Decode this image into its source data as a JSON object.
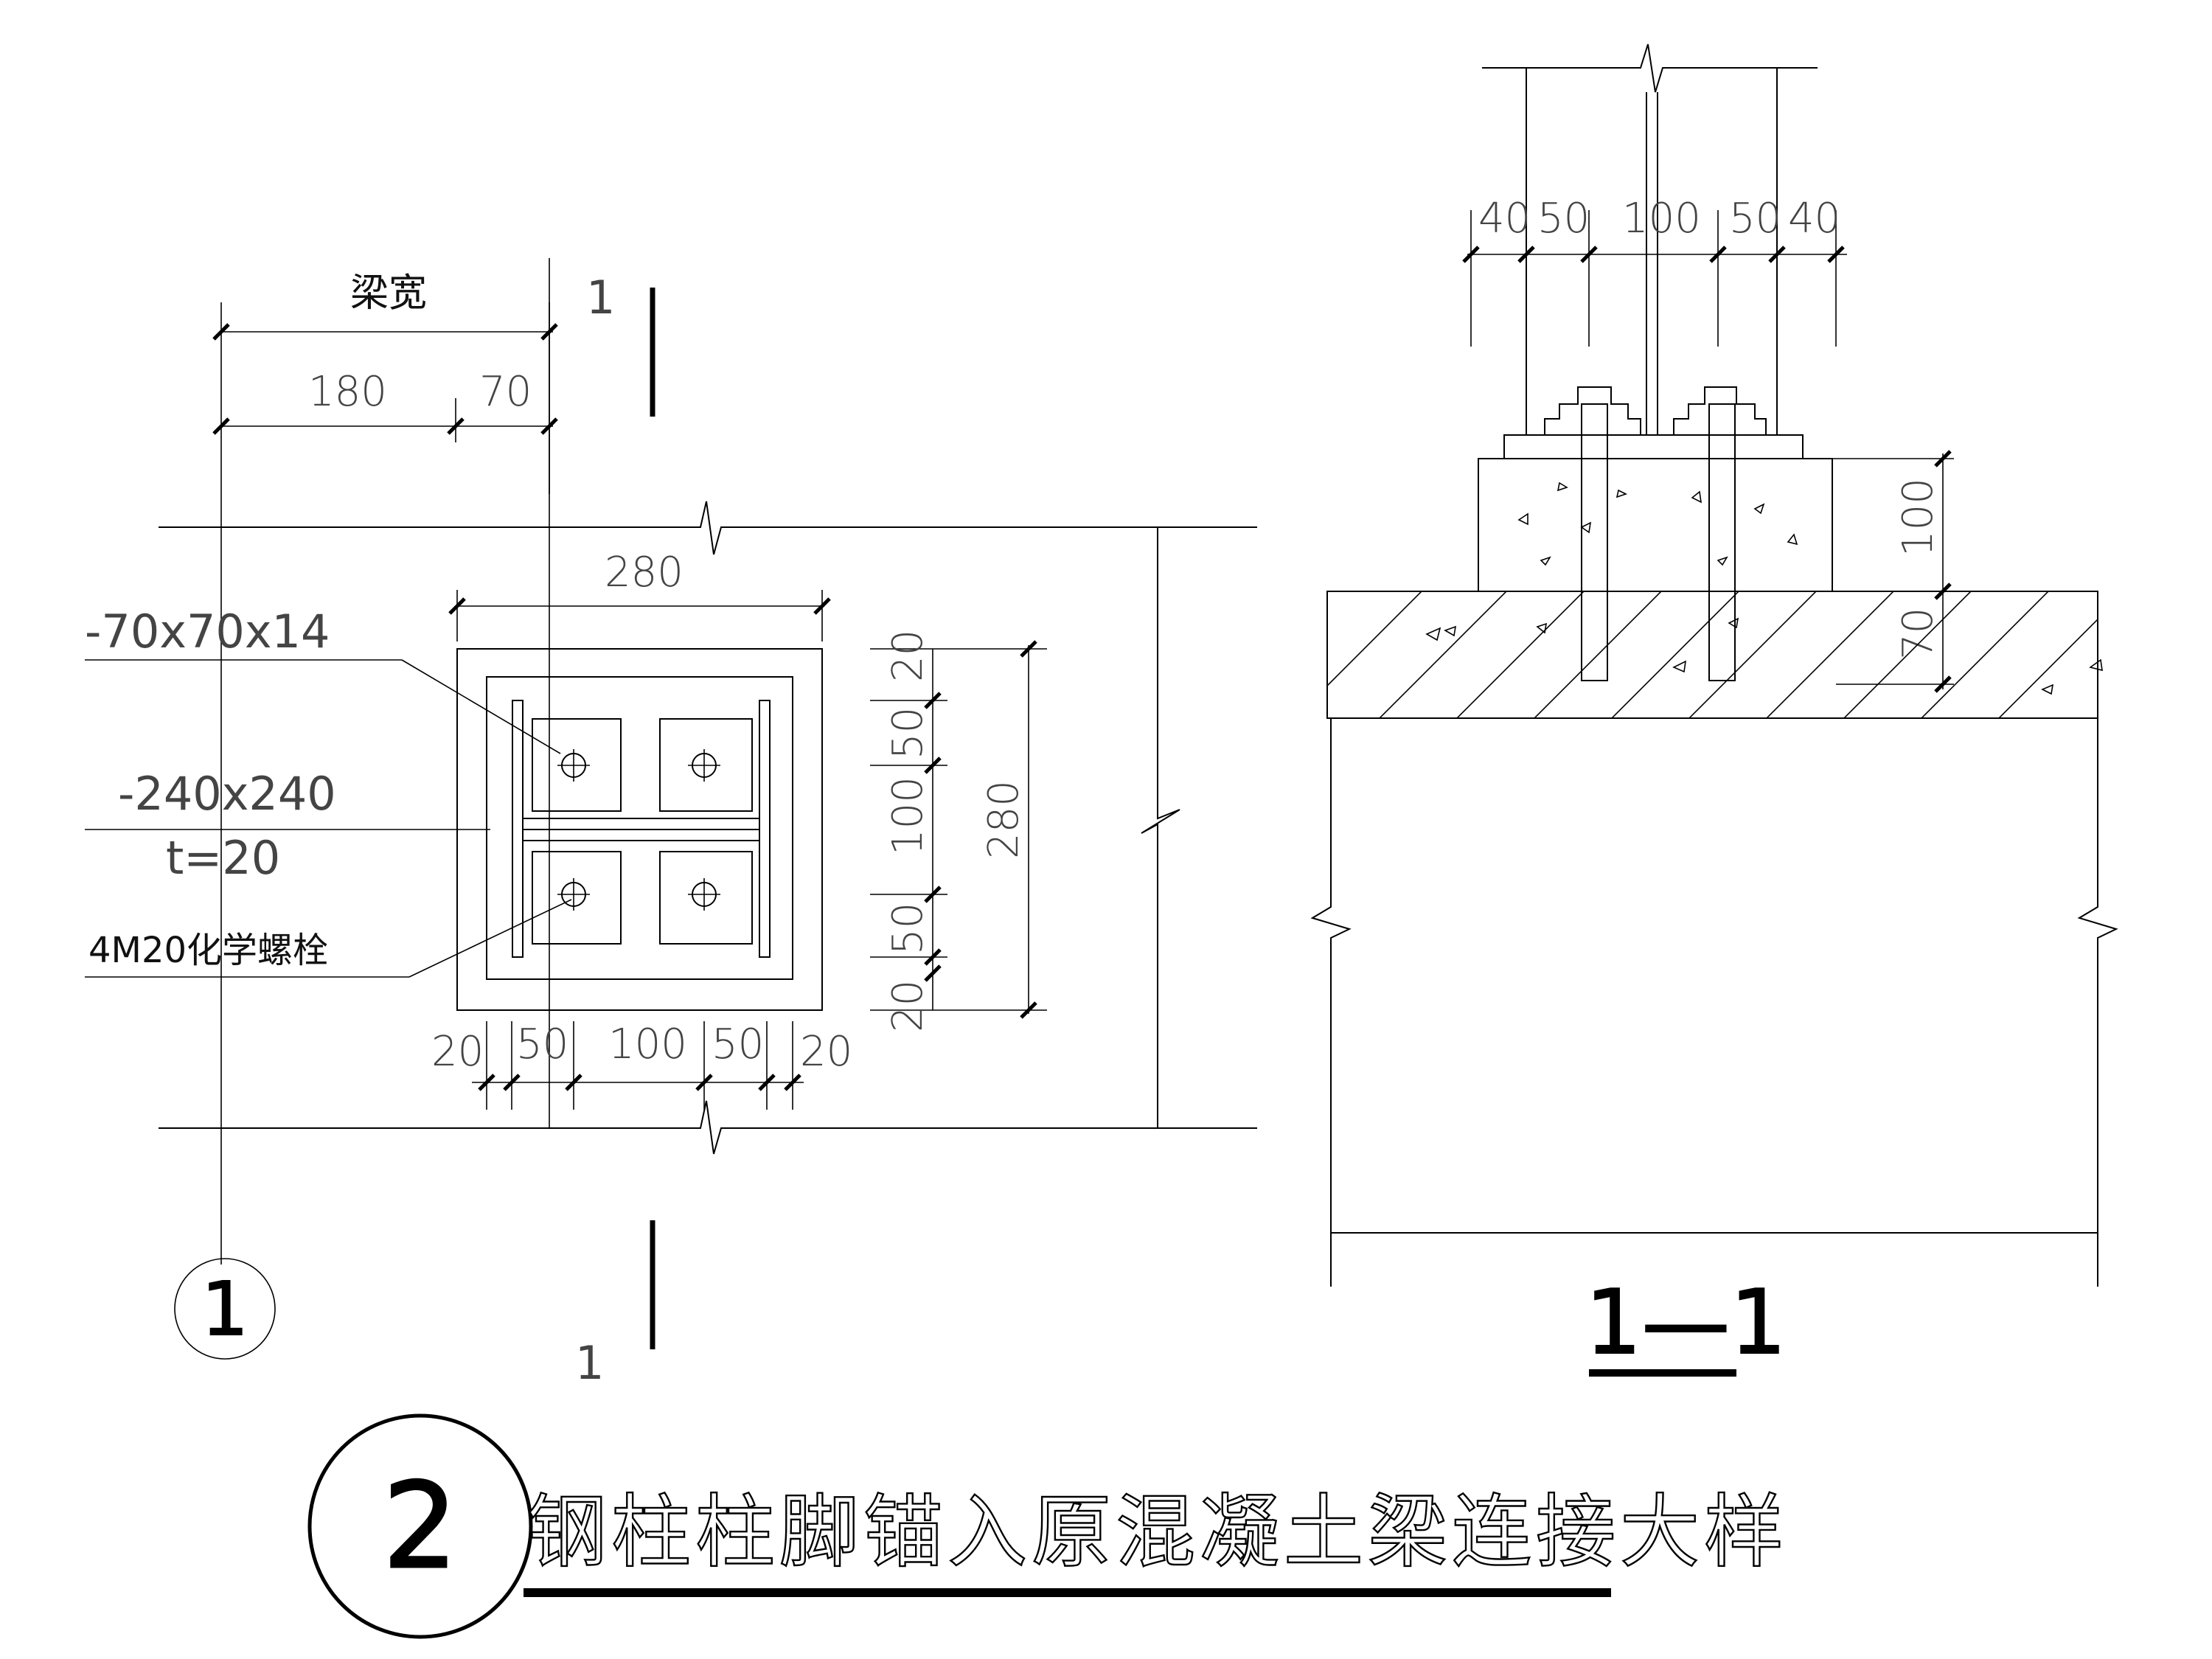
{
  "plan": {
    "beam_width_label": "梁宽",
    "dim_top": [
      "180",
      "70"
    ],
    "dim_plate_width": "280",
    "label_stiffener": "-70x70x14",
    "label_plate": "-240x240",
    "label_plate_t": "t=20",
    "label_bolts": "4M20化学螺栓",
    "dim_bottom": [
      "20",
      "50",
      "100",
      "50",
      "20"
    ],
    "dim_right": [
      "20",
      "50",
      "100",
      "50",
      "20"
    ],
    "dim_right_total": "280",
    "section_mark_top": "1",
    "section_mark_bottom": "1",
    "axis_label": "1"
  },
  "section": {
    "dim_top": [
      "40",
      "50",
      "100",
      "50",
      "40"
    ],
    "dim_grout": "100",
    "dim_embed": "70",
    "title": "1—1"
  },
  "detail": {
    "number": "2",
    "title": "钢柱柱脚锚入原混凝土梁连接大样"
  }
}
